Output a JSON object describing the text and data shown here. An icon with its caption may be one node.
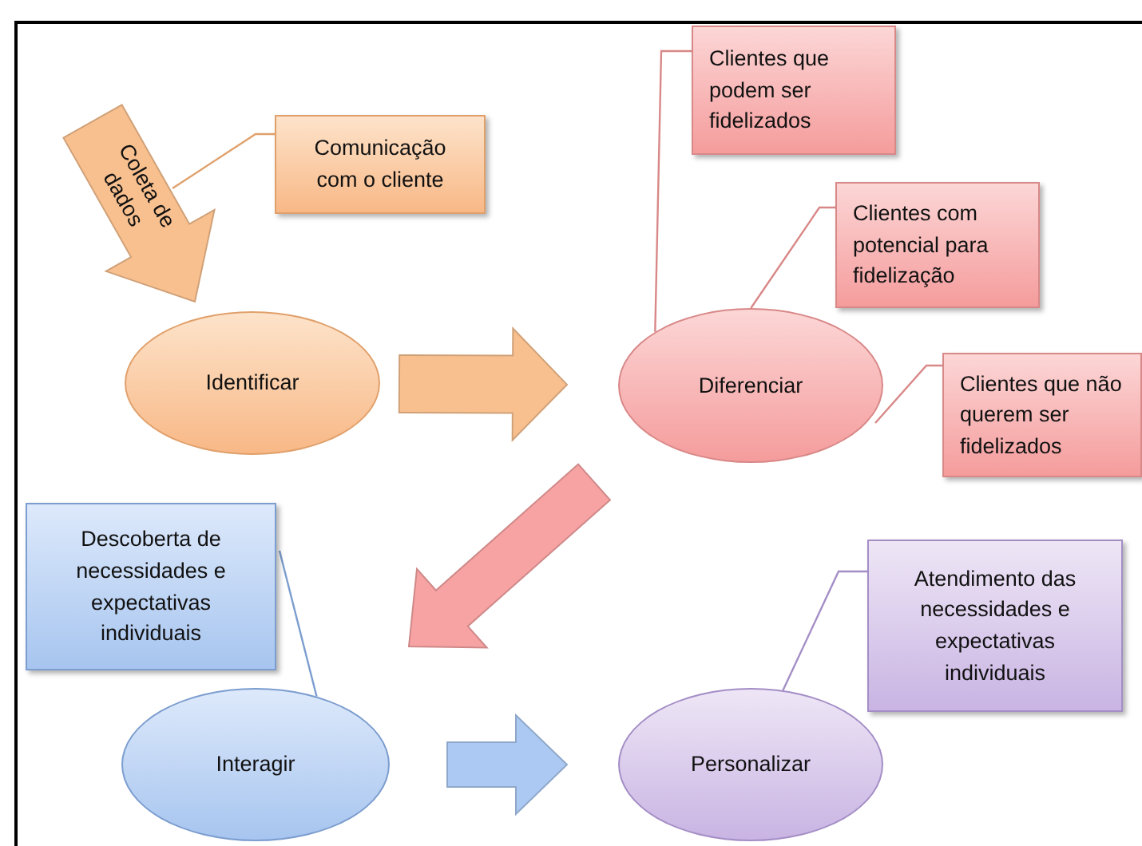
{
  "diagram": {
    "nodes": [
      {
        "text": [
          "Identificar"
        ]
      },
      {
        "text": [
          "Diferenciar"
        ]
      },
      {
        "text": [
          "Interagir"
        ]
      },
      {
        "text": [
          "Personalizar"
        ]
      },
      {
        "text": [
          "Comunicação com o cliente"
        ]
      },
      {
        "text": [
          "Clientes que podem ser fidelizados"
        ]
      },
      {
        "text": [
          "Clientes com potencial para fidelização"
        ]
      },
      {
        "text": [
          "Clientes que não querem ser fidelizados"
        ]
      },
      {
        "text": [
          "Descoberta de necessidades e expectativas individuais"
        ]
      },
      {
        "text": [
          "Atendimento das necessidades e expectativas individuais"
        ]
      }
    ],
    "edges": [
      {
        "from": null,
        "to": 0,
        "arrow": "to",
        "label": "Coleta de dados",
        "style": "thick",
        "color": "#f9c08f"
      },
      {
        "from": 0,
        "to": 1,
        "arrow": "to",
        "style": "thick",
        "color": "#f9c08f"
      },
      {
        "from": 1,
        "to": 2,
        "arrow": "to",
        "style": "thick",
        "color": "#f7a3a3"
      },
      {
        "from": 2,
        "to": 3,
        "arrow": "to",
        "style": "thick",
        "color": "#abc9f2"
      },
      {
        "from": 4,
        "to": null,
        "arrow": "none",
        "color": "#e0a06b"
      },
      {
        "from": 5,
        "to": 1,
        "arrow": "none",
        "color": "#d98888"
      },
      {
        "from": 6,
        "to": 1,
        "arrow": "none",
        "color": "#d98888"
      },
      {
        "from": 7,
        "to": 1,
        "arrow": "none",
        "color": "#d98888"
      },
      {
        "from": 8,
        "to": 2,
        "arrow": "none",
        "color": "#7c9dcf"
      },
      {
        "from": 9,
        "to": 3,
        "arrow": "none",
        "color": "#a48ec6"
      }
    ]
  }
}
